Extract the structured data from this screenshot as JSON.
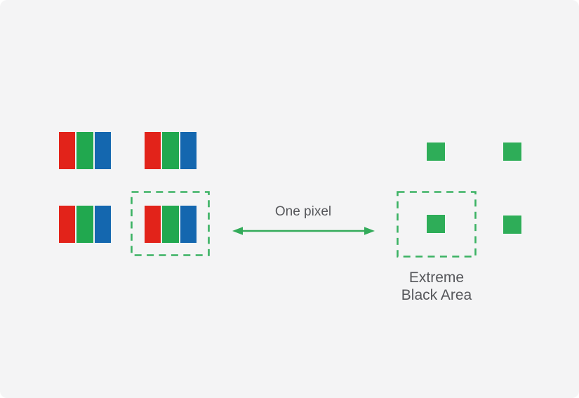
{
  "labels": {
    "one_pixel": "One pixel",
    "extreme_line1": "Extreme",
    "extreme_line2": "Black Area"
  },
  "colors": {
    "background": "#f4f4f5",
    "red_subpixel": "#e2231a",
    "green_subpixel": "#21a84f",
    "blue_subpixel": "#1467af",
    "green_pixel": "#2ead58",
    "arrow": "#33ab5a",
    "dashed_outline": "#3bb263",
    "label_text": "#56575b"
  },
  "diagram": {
    "left_cluster": {
      "type": "rgb-subpixel-groups",
      "rows": 2,
      "columns": 2,
      "subpixels_per_group": [
        "red",
        "green",
        "blue"
      ],
      "highlighted_group": "bottom-right"
    },
    "right_cluster": {
      "type": "single-green-pixels",
      "rows": 2,
      "columns": 2,
      "highlighted_pixel": "bottom-left"
    },
    "arrow_meaning": "equivalence between one RGB pixel and one green pixel"
  }
}
